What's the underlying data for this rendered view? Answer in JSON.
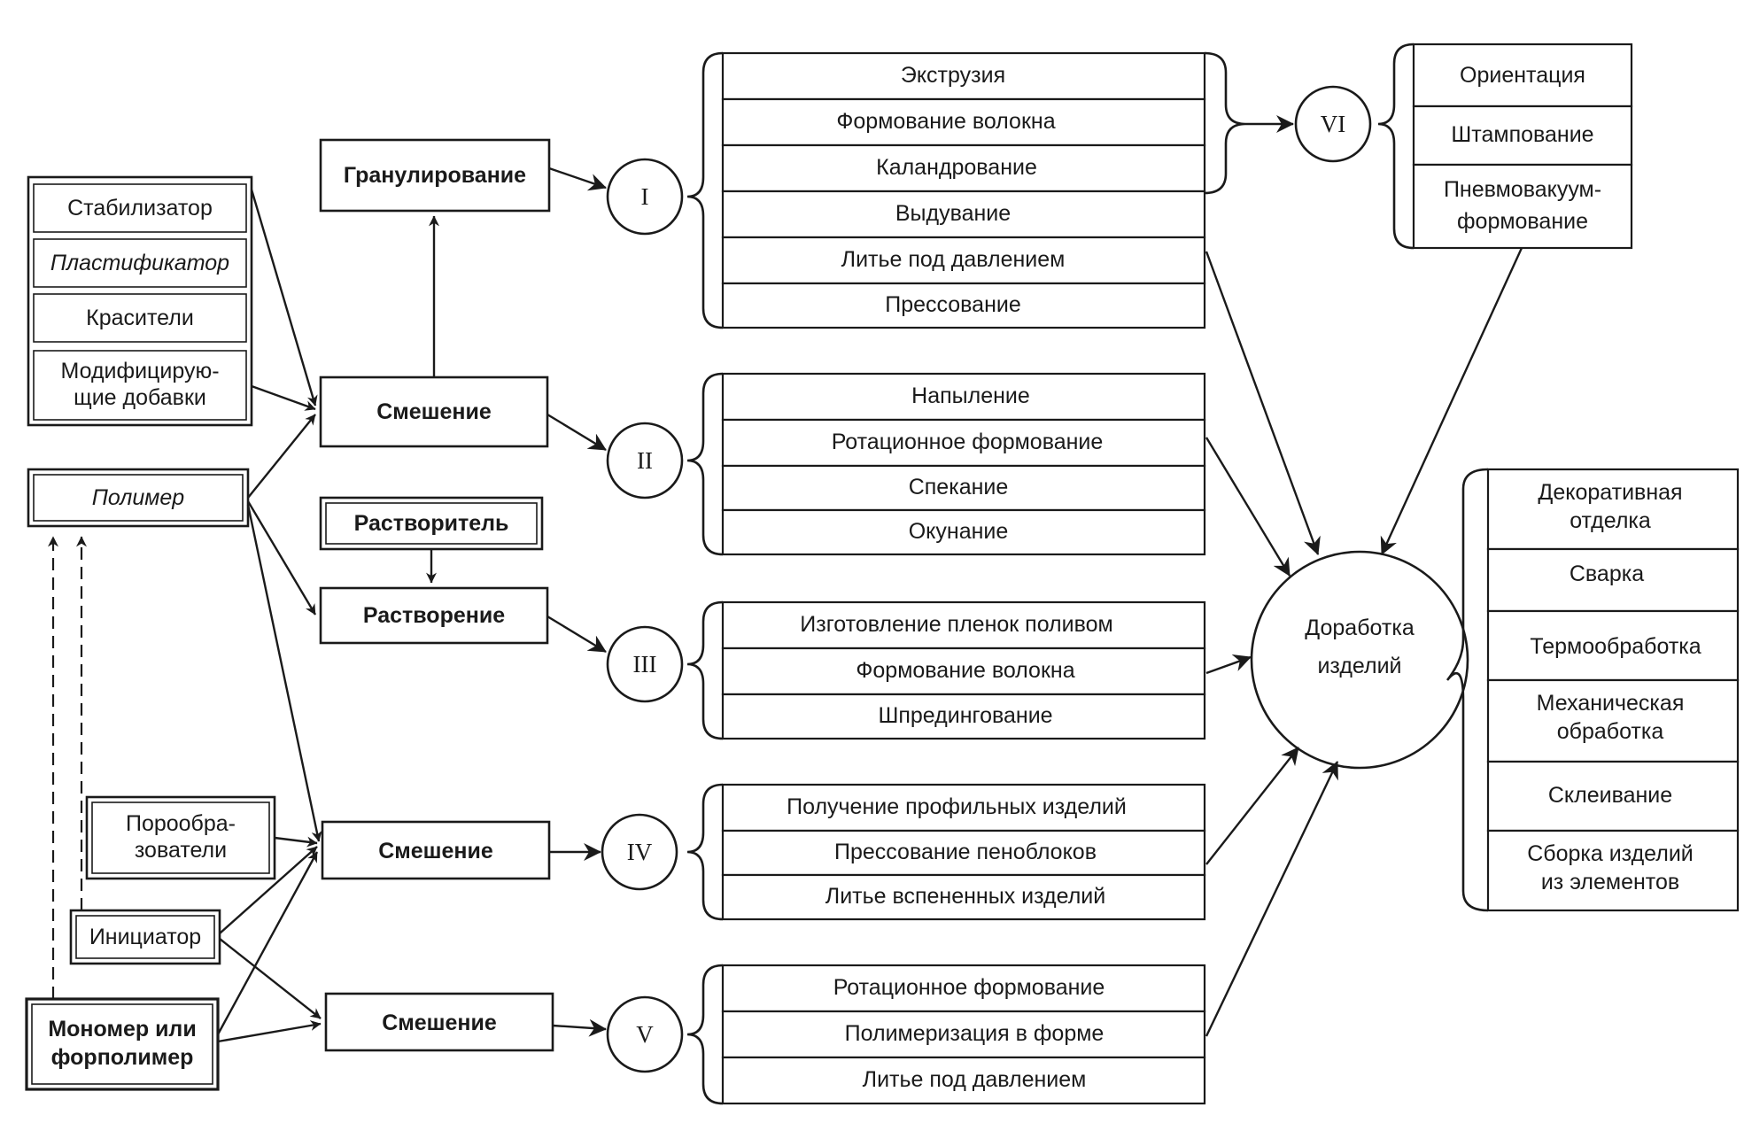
{
  "inputs": {
    "additives": [
      "Стабилизатор",
      "Пластификатор",
      "Красители",
      [
        "Модифицирую-",
        "щие добавки"
      ]
    ],
    "polymer": "Полимер",
    "solvent": "Растворитель",
    "foaming_agents": [
      "Порообра-",
      "зователи"
    ],
    "initiator": "Инициатор",
    "monomer": [
      "Мономер или",
      "форполимер"
    ]
  },
  "steps": {
    "granulation": "Гранулирование",
    "mixing_1": "Смешение",
    "dissolution": "Растворение",
    "mixing_4": "Смешение",
    "mixing_5": "Смешение"
  },
  "groups": {
    "I": {
      "label": "I",
      "methods": [
        "Экструзия",
        "Формование волокна",
        "Каландрование",
        "Выдувание",
        "Литье под давлением",
        "Прессование"
      ]
    },
    "II": {
      "label": "II",
      "methods": [
        "Напыление",
        "Ротационное формование",
        "Спекание",
        "Окунание"
      ]
    },
    "III": {
      "label": "III",
      "methods": [
        "Изготовление пленок поливом",
        "Формование волокна",
        "Шпредингование"
      ]
    },
    "IV": {
      "label": "IV",
      "methods": [
        "Получение профильных изделий",
        "Прессование пеноблоков",
        "Литье вспененных изделий"
      ]
    },
    "V": {
      "label": "V",
      "methods": [
        "Ротационное формование",
        "Полимеризация в форме",
        "Литье под давлением"
      ]
    },
    "VI": {
      "label": "VI",
      "methods": [
        "Ориентация",
        "Штампование",
        [
          "Пневмовакуум-",
          "формование"
        ]
      ]
    }
  },
  "finishing": {
    "label": [
      "Доработка",
      "изделий"
    ],
    "operations": [
      [
        "Декоративная",
        "отделка"
      ],
      "Сварка",
      "Термообработка",
      [
        "Механическая",
        "обработка"
      ],
      "Склеивание",
      [
        "Сборка изделий",
        "из элементов"
      ]
    ]
  }
}
